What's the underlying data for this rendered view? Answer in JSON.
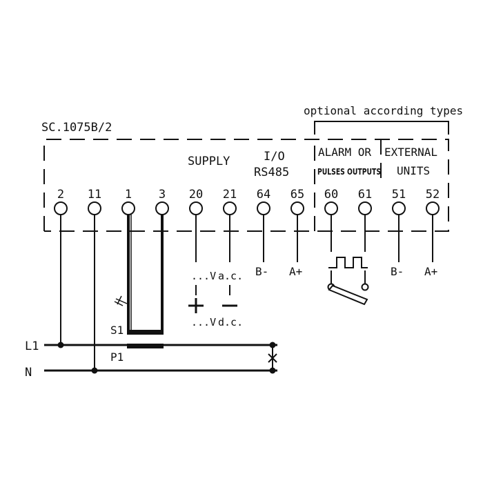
{
  "title": "SC.1075B/2",
  "optional_label": "optional according types",
  "sections": {
    "supply": "SUPPLY",
    "io_top": "I/O",
    "io_bottom": "RS485",
    "alarm_top": "ALARM OR",
    "alarm_bottom": "PULSES OUTPUTS",
    "external_top": "EXTERNAL",
    "external_bottom": "UNITS"
  },
  "terminals": [
    "2",
    "11",
    "1",
    "3",
    "20",
    "21",
    "64",
    "65",
    "60",
    "61",
    "51",
    "52"
  ],
  "supply": {
    "ac_v": "...V",
    "ac_label": "a.c.",
    "plus": "+",
    "minus": "–",
    "dc_v": "...V",
    "dc_label": "d.c."
  },
  "io_signals": {
    "t64": "B-",
    "t65": "A+"
  },
  "external_signals": {
    "t51": "B-",
    "t52": "A+"
  },
  "ct": {
    "s1": "S1",
    "p1": "P1"
  },
  "lines": {
    "l1": "L1",
    "n": "N"
  }
}
